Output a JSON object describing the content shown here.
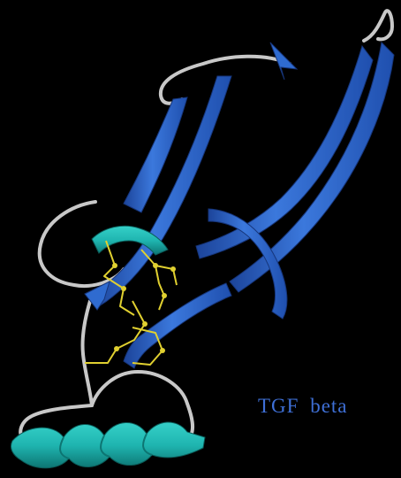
{
  "caption": "TGF  beta",
  "colors": {
    "background": "#000000",
    "sheet": "#2f6bd0",
    "sheet_light": "#5b8fe8",
    "sheet_dark": "#1c449a",
    "helix": "#1fb5b0",
    "helix_dark": "#0f7e7a",
    "coil": "#c8c8c8",
    "disulfide": "#e0d030",
    "caption": "#3e6fd6"
  },
  "icons": [
    "beta-sheet-ribbon",
    "alpha-helix-ribbon",
    "coil-loop",
    "disulfide-bond"
  ]
}
